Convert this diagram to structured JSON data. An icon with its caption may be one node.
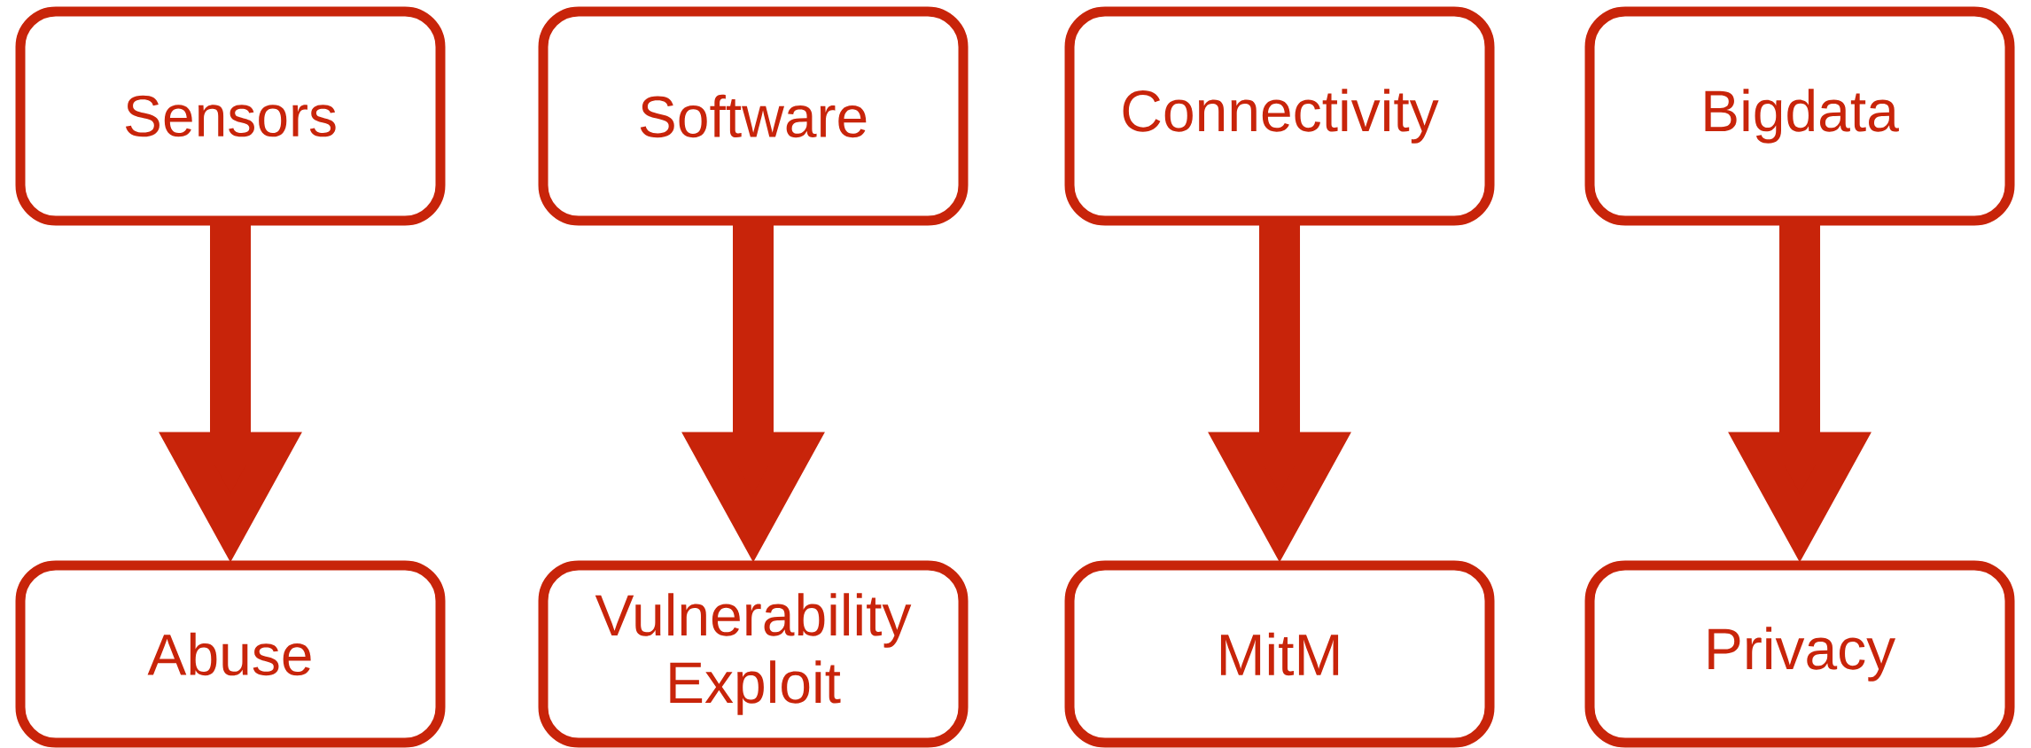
{
  "diagram": {
    "nodes": [
      {
        "text": [
          "Sensors"
        ]
      },
      {
        "text": [
          "Software"
        ]
      },
      {
        "text": [
          "Connectivity"
        ]
      },
      {
        "text": [
          "Bigdata"
        ]
      },
      {
        "text": [
          "Abuse"
        ]
      },
      {
        "text": [
          "Vulnerability Exploit"
        ]
      },
      {
        "text": [
          "MitM"
        ]
      },
      {
        "text": [
          "Privacy"
        ]
      }
    ],
    "edges": [
      {
        "from": 0,
        "to": 4,
        "arrow": "to"
      },
      {
        "from": 1,
        "to": 5,
        "arrow": "to"
      },
      {
        "from": 2,
        "to": 6,
        "arrow": "to"
      },
      {
        "from": 3,
        "to": 7,
        "arrow": "to"
      }
    ]
  }
}
